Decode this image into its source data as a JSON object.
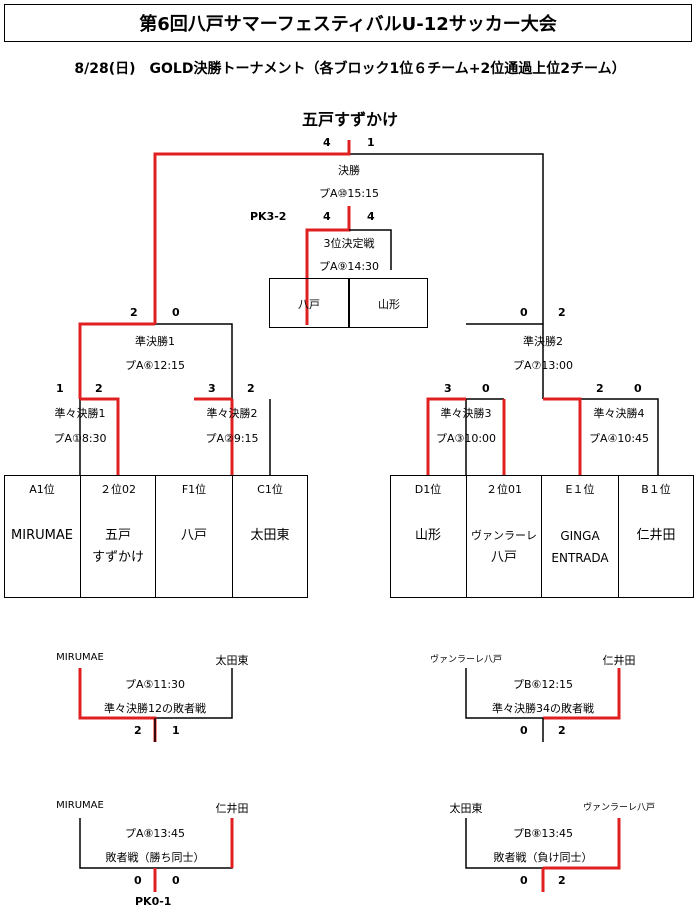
{
  "title": "第6回八戸サマーフェスティバルU-12サッカー大会",
  "subtitle": "8/28(日)　GOLD決勝トーナメント（各ブロック1位６チーム+2位通過上位2チーム）",
  "winner": "五戸すずかけ",
  "colors": {
    "win_line": "#e02020",
    "line": "#000000"
  },
  "final": {
    "label": "決勝",
    "time": "プA⑩15:15",
    "score_left": "4",
    "score_right": "1"
  },
  "third_place": {
    "label": "3位決定戦",
    "time": "プA⑨14:30",
    "pk": "PK3-2",
    "score_left": "4",
    "score_right": "4",
    "left": "八戸",
    "right": "山形"
  },
  "semis": [
    {
      "label": "準決勝1",
      "time": "プA⑥12:15",
      "score_left": "2",
      "score_right": "0"
    },
    {
      "label": "準決勝2",
      "time": "プA⑦13:00",
      "score_left": "0",
      "score_right": "2"
    }
  ],
  "quarters": [
    {
      "label": "準々決勝1",
      "time": "プA①8:30",
      "score_left": "1",
      "score_right": "2"
    },
    {
      "label": "準々決勝2",
      "time": "プA②9:15",
      "score_left": "3",
      "score_right": "2"
    },
    {
      "label": "準々決勝3",
      "time": "プA③10:00",
      "score_left": "3",
      "score_right": "0"
    },
    {
      "label": "準々決勝4",
      "time": "プA④10:45",
      "score_left": "2",
      "score_right": "0"
    }
  ],
  "teams": [
    {
      "seed": "A1位",
      "name1": "MIRUMAE",
      "name2": ""
    },
    {
      "seed": "２位02",
      "name1": "五戸",
      "name2": "すずかけ"
    },
    {
      "seed": "F1位",
      "name1": "八戸",
      "name2": ""
    },
    {
      "seed": "C1位",
      "name1": "太田東",
      "name2": ""
    },
    {
      "seed": "D1位",
      "name1": "山形",
      "name2": ""
    },
    {
      "seed": "２位01",
      "name1": "ヴァンラーレ",
      "name2": "八戸"
    },
    {
      "seed": "E１位",
      "name1": "GINGA",
      "name2": "ENTRADA"
    },
    {
      "seed": "B１位",
      "name1": "仁井田",
      "name2": ""
    }
  ],
  "consolation": [
    {
      "left": "MIRUMAE",
      "right": "太田東",
      "time": "プA⑤11:30",
      "label": "準々決勝12の敗者戦",
      "score_left": "2",
      "score_right": "1",
      "pk": ""
    },
    {
      "left": "ヴァンラーレ八戸",
      "right": "仁井田",
      "time": "プB⑥12:15",
      "label": "準々決勝34の敗者戦",
      "score_left": "0",
      "score_right": "2",
      "pk": ""
    },
    {
      "left": "MIRUMAE",
      "right": "仁井田",
      "time": "プA⑧13:45",
      "label": "敗者戦（勝ち同士）",
      "score_left": "0",
      "score_right": "0",
      "pk": "PK0-1"
    },
    {
      "left": "太田東",
      "right": "ヴァンラーレ八戸",
      "time": "プB⑧13:45",
      "label": "敗者戦（負け同士）",
      "score_left": "0",
      "score_right": "2",
      "pk": ""
    }
  ]
}
